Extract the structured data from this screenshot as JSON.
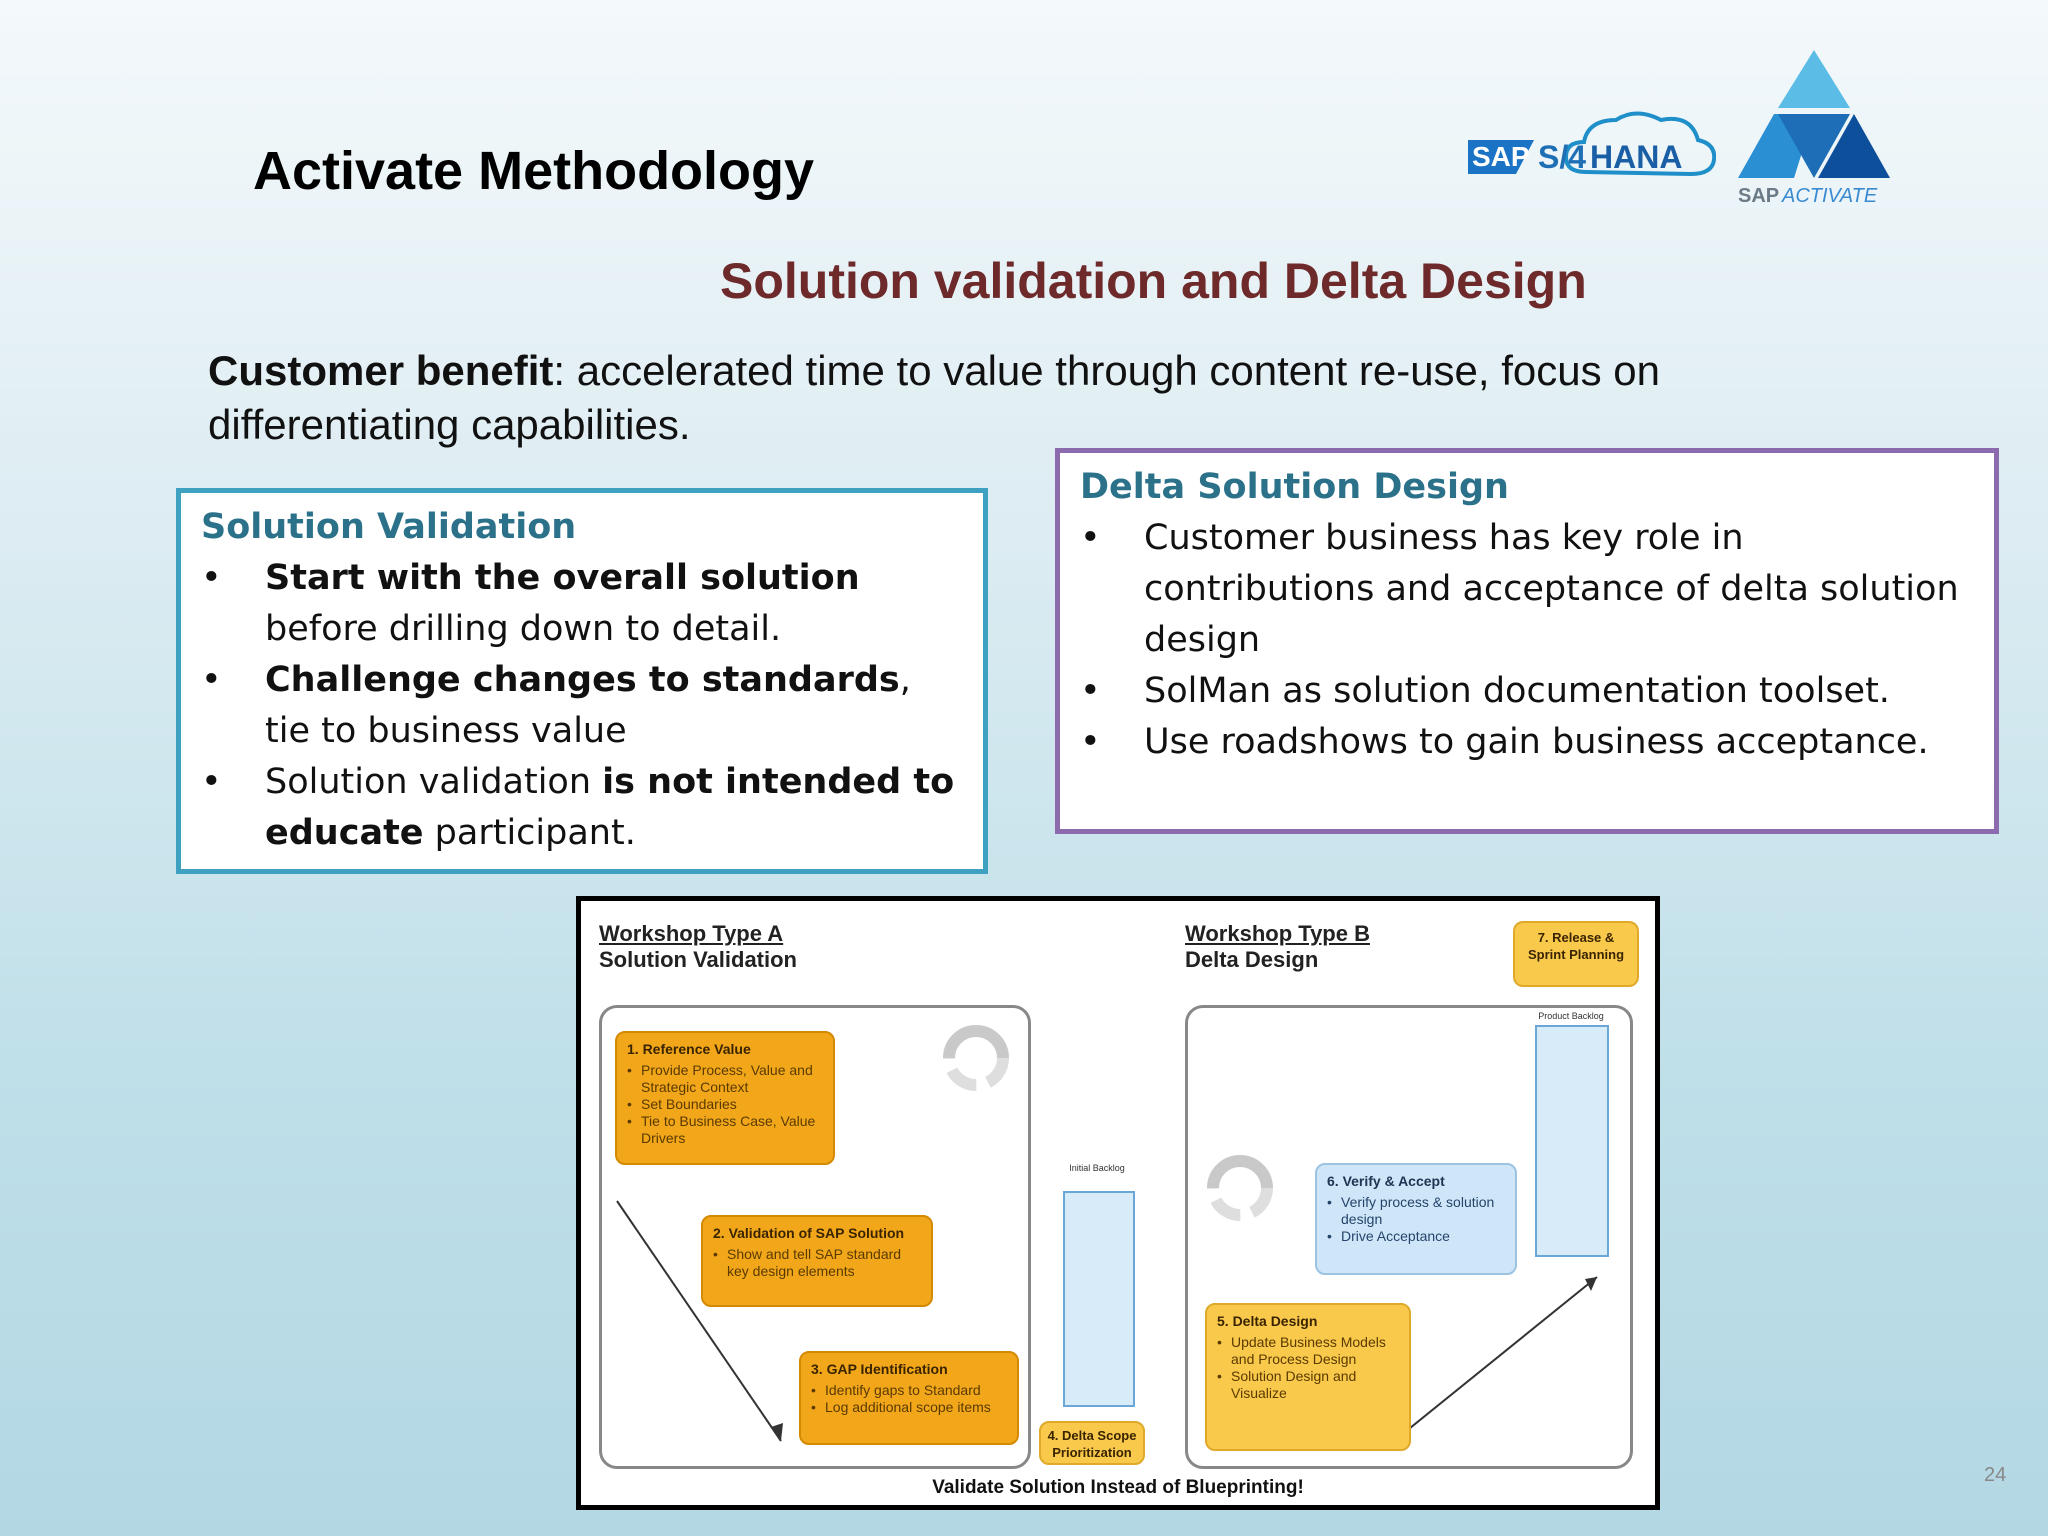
{
  "slide": {
    "title": "Activate Methodology",
    "subtitle": "Solution validation and Delta Design",
    "benefit_label": "Customer benefit",
    "benefit_text": ": accelerated time to value through content re-use, focus on differentiating capabilities.",
    "page_number": "24"
  },
  "logos": {
    "sap": "SAP",
    "s4hana": "S/4HANA",
    "activate_sap": "SAP",
    "activate_word": "ACTIVATE"
  },
  "validation_box": {
    "title": "Solution Validation",
    "items": [
      {
        "bold": "Start with the overall solution",
        "text": " before drilling down to detail."
      },
      {
        "bold": "Challenge changes to standards",
        "text": ", tie to business value"
      },
      {
        "pre": "Solution validation ",
        "bold": "is not intended to educate",
        "text": " participant."
      }
    ]
  },
  "delta_box": {
    "title": "Delta Solution Design",
    "items": [
      "Customer business has key role in contributions and acceptance of delta solution design",
      "SolMan as solution documentation toolset.",
      "Use roadshows to gain business acceptance."
    ]
  },
  "diagram": {
    "ws_a_line1": "Workshop Type A",
    "ws_a_line2": "Solution Validation",
    "ws_b_line1": "Workshop Type B",
    "ws_b_line2": "Delta Design",
    "step1_title": "1. Reference Value",
    "step1_items": [
      "Provide Process, Value and Strategic Context",
      "Set Boundaries",
      "Tie to Business Case, Value Drivers"
    ],
    "step2_title": "2. Validation of SAP Solution",
    "step2_items": [
      "Show and tell SAP standard key design elements"
    ],
    "step3_title": "3. GAP Identification",
    "step3_items": [
      "Identify gaps to Standard",
      "Log additional scope items"
    ],
    "step4_title": "4. Delta Scope Prioritization",
    "step5_title": "5. Delta Design",
    "step5_items": [
      "Update Business Models and Process Design",
      "Solution Design and Visualize"
    ],
    "step6_title": "6. Verify & Accept",
    "step6_items": [
      "Verify process & solution design",
      "Drive Acceptance"
    ],
    "step7_title": "7. Release & Sprint Planning",
    "initial_backlog": "Initial Backlog",
    "product_backlog": "Product Backlog",
    "footer": "Validate Solution Instead of Blueprinting!"
  },
  "colors": {
    "subtitle": "#6e2a2a",
    "box_a_border": "#3fa1c1",
    "box_b_border": "#8b6aad",
    "box_title": "#2a7189",
    "orange_step": "#f2a71b",
    "yellow_step": "#f9c94c",
    "blue_step": "#cfe6f8"
  }
}
